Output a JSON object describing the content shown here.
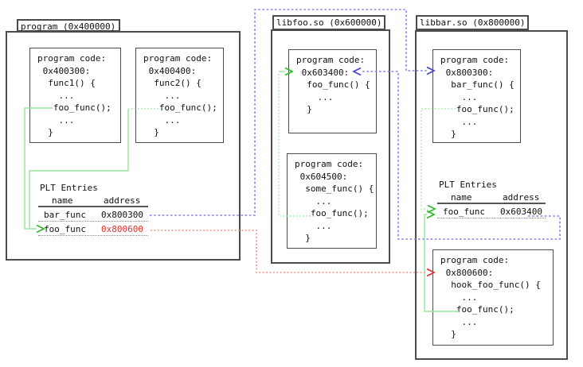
{
  "colors": {
    "green_line": "#9be49b",
    "green_arrow": "#2eb82e",
    "blue_line": "#8484ea",
    "blue_arrow": "#4141d4",
    "red_line": "#f09191",
    "red_arrow": "#e03030",
    "red_text": "#e53030",
    "border": "#4c4c4c"
  },
  "program": {
    "title": "program (0x400000)",
    "code_boxes": [
      {
        "code": "program code:\n 0x400300:\n  func1() {\n    ...\n   foo_func();\n    ...\n  }"
      },
      {
        "code": "program code:\n 0x400400:\n  func2() {\n    ...\n   foo_func();\n    ...\n  }"
      }
    ],
    "plt": {
      "label": "PLT Entries",
      "col_name": "name",
      "col_address": "address",
      "rows": [
        {
          "name": "bar_func",
          "address": "0x800300"
        },
        {
          "name": "foo_func",
          "address": "0x800600"
        }
      ]
    }
  },
  "libfoo": {
    "title": "libfoo.so (0x600000)",
    "code_boxes": [
      {
        "code": "program code:\n 0x603400:\n  foo_func() {\n    ...\n  }"
      },
      {
        "code": "program code:\n 0x604500:\n  some_func() {\n    ...\n   foo_func();\n    ...\n  }"
      }
    ]
  },
  "libbar": {
    "title": "libbar.so (0x800000)",
    "code_boxes": [
      {
        "code": "program code:\n 0x800300:\n  bar_func() {\n    ...\n   foo_func();\n    ...\n  }"
      },
      {
        "code": "program code:\n 0x800600:\n  hook_foo_func() {\n    ...\n   foo_func();\n    ...\n  }"
      }
    ],
    "plt": {
      "label": "PLT Entries",
      "col_name": "name",
      "col_address": "address",
      "rows": [
        {
          "name": "foo_func",
          "address": "0x603400"
        }
      ]
    }
  }
}
